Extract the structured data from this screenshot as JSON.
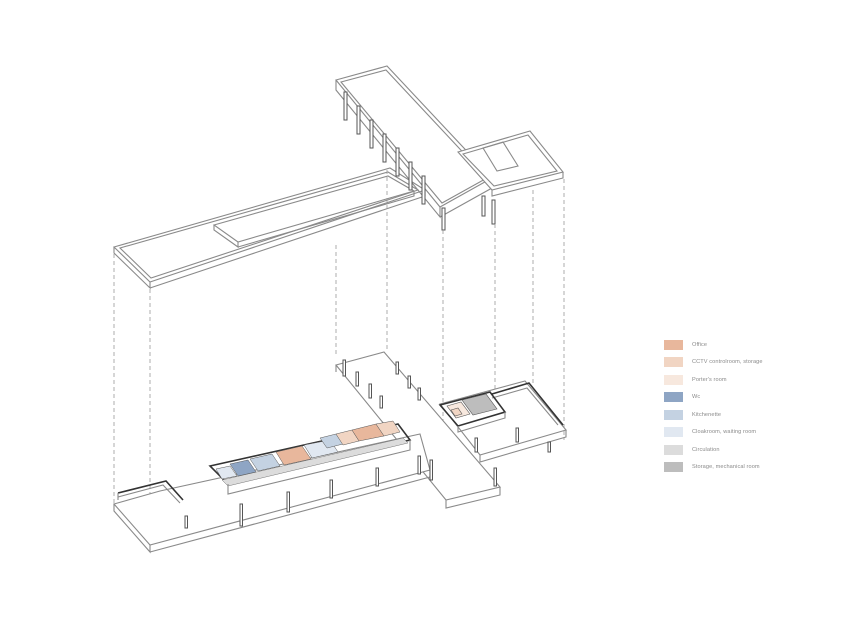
{
  "legend": {
    "items": [
      {
        "label": "Office",
        "color": "#e8b79c"
      },
      {
        "label": "CCTV controlroom, storage",
        "color": "#f1d5c3"
      },
      {
        "label": "Porter's room",
        "color": "#f7e8de"
      },
      {
        "label": "Wc",
        "color": "#8ea5c4"
      },
      {
        "label": "Kitchenette",
        "color": "#c4d2e2"
      },
      {
        "label": "Cloakroom, waiting room",
        "color": "#e1e8f1"
      },
      {
        "label": "Circulation",
        "color": "#dcdcdc"
      },
      {
        "label": "Storage, mechanical room",
        "color": "#bdbdbd"
      }
    ]
  }
}
